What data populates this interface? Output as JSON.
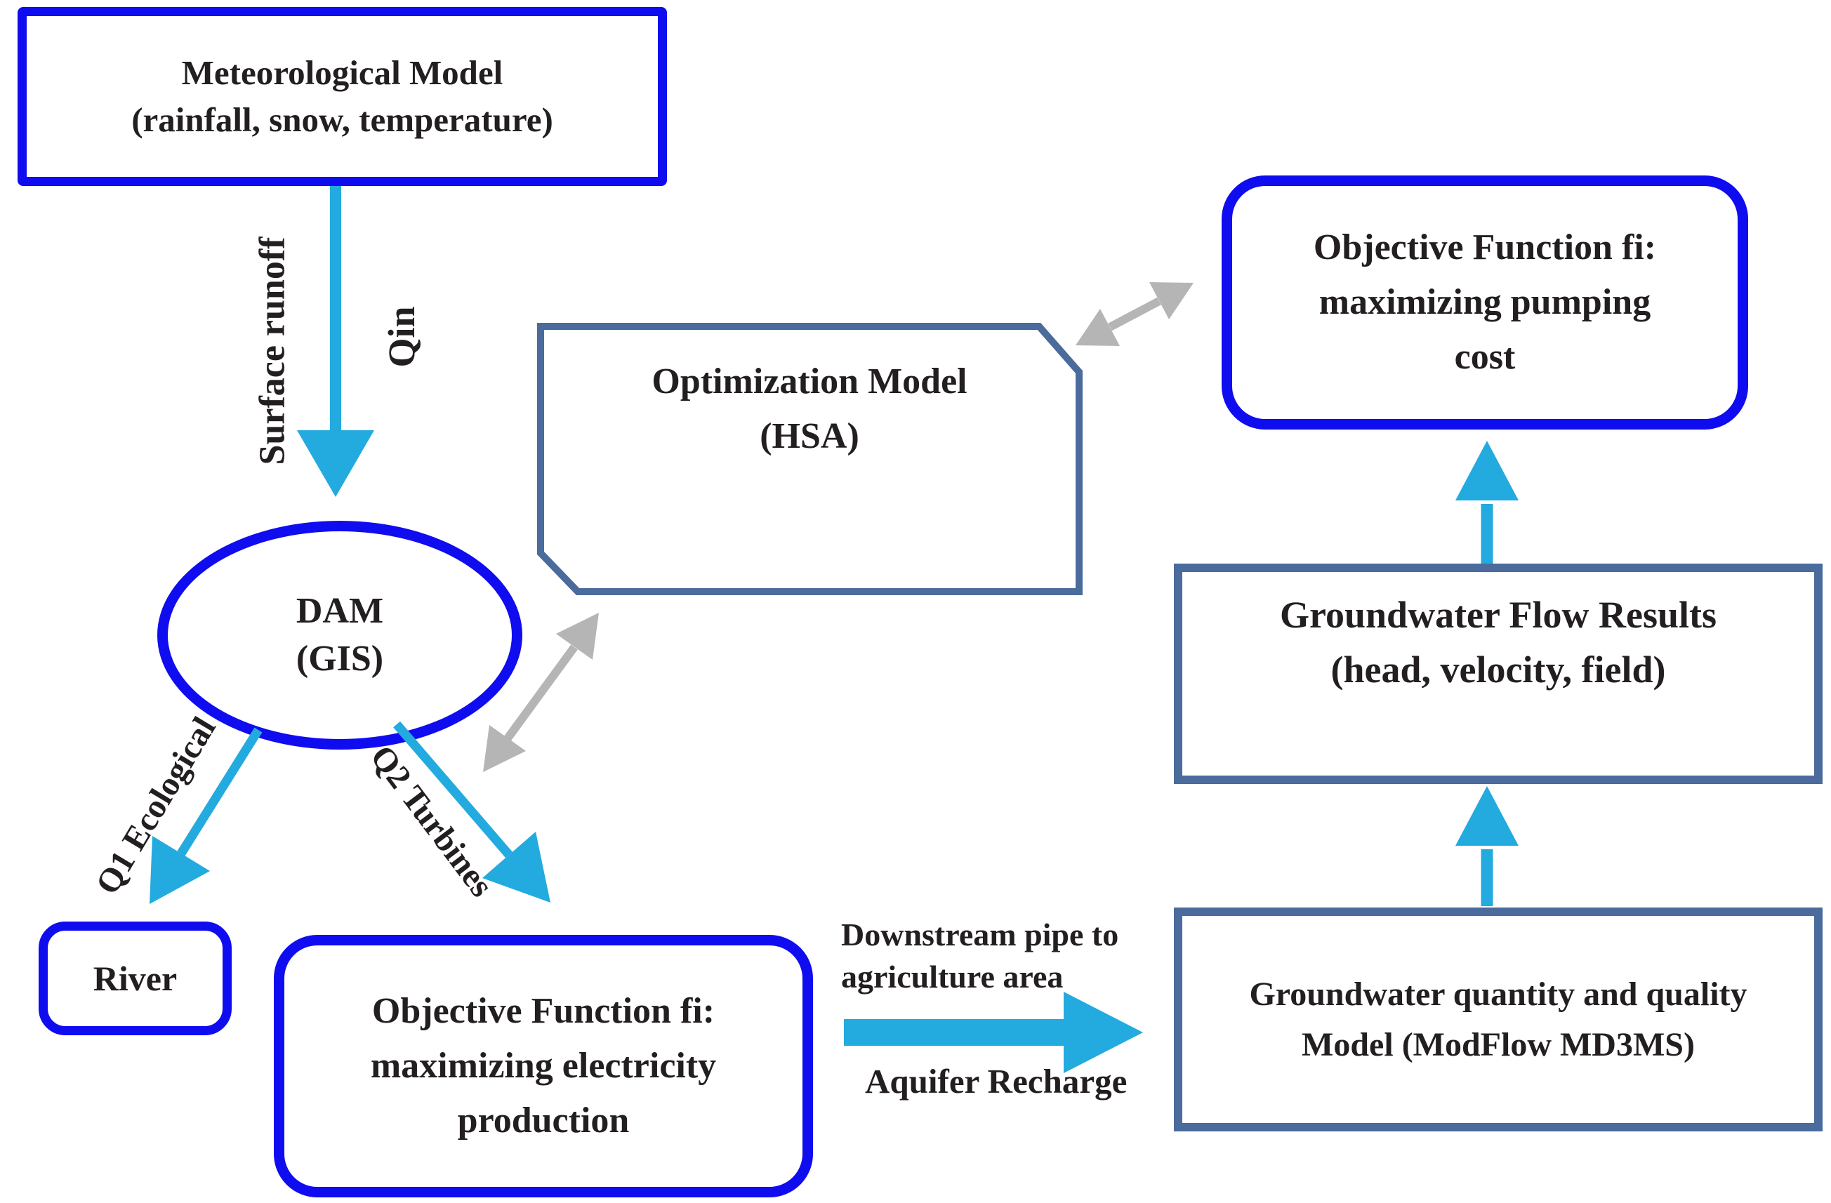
{
  "colors": {
    "node_blue": "#0f0cf0",
    "node_steel": "#4a6b9c",
    "arrow_cyan": "#23aadf",
    "arrow_gray": "#b5b5b5",
    "text": "#231f20",
    "bg": "#ffffff"
  },
  "nodes": {
    "meteorological": {
      "lines": [
        "Meteorological Model",
        "(rainfall, snow, temperature)"
      ]
    },
    "dam": {
      "lines": [
        "DAM",
        "(GIS)"
      ]
    },
    "river": {
      "lines": [
        "River"
      ]
    },
    "electricity": {
      "lines": [
        "Objective Function fi:",
        "maximizing electricity",
        "production"
      ]
    },
    "optimization": {
      "lines": [
        "Optimization Model",
        "(HSA)"
      ]
    },
    "pumping": {
      "lines": [
        "Objective Function fi:",
        "maximizing pumping",
        "cost"
      ]
    },
    "flow_results": {
      "lines": [
        "Groundwater Flow Results",
        "(head, velocity, field)"
      ]
    },
    "gw_model": {
      "lines": [
        "Groundwater quantity and quality",
        "Model (ModFlow MD3MS)"
      ]
    }
  },
  "edges": {
    "surface_runoff": "Surface runoff",
    "qin": "Qin",
    "q1": "Q1 Ecological",
    "q2": "Q2 Turbines",
    "downstream": {
      "lines": [
        "Downstream pipe to",
        "agriculture area"
      ]
    },
    "aquifer": "Aquifer Recharge"
  }
}
